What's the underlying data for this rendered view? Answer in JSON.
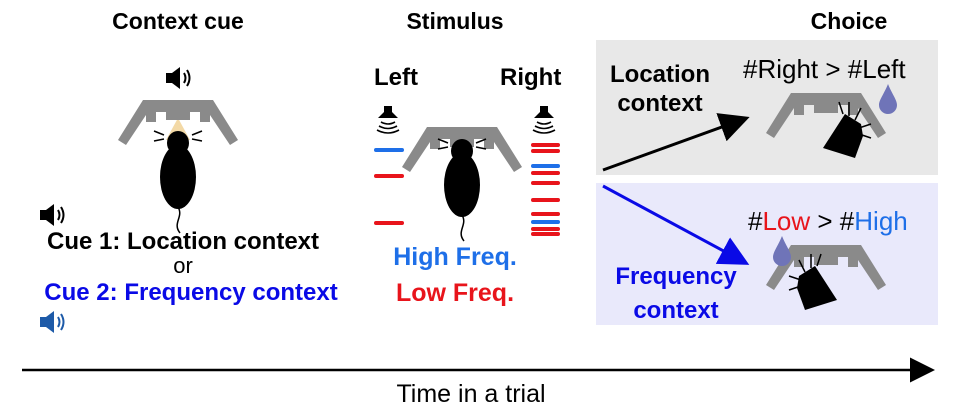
{
  "headers": {
    "context_cue": "Context cue",
    "stimulus": "Stimulus",
    "choice": "Choice"
  },
  "cue": {
    "cue1": "Cue 1: Location context",
    "or": "or",
    "cue2": "Cue 2: Frequency context"
  },
  "stimulus": {
    "left": "Left",
    "right": "Right",
    "high": "High Freq.",
    "low": "Low Freq."
  },
  "choice": {
    "location_line1": "Location",
    "location_line2": "context",
    "rule_location": {
      "a": "#Right",
      "op": " > ",
      "b": "#Left"
    },
    "frequency_line1": "Frequency",
    "frequency_line2": "context",
    "rule_frequency": {
      "a_hash": "#",
      "a": "Low",
      "op": " > #",
      "b": "High"
    }
  },
  "timeline": {
    "label": "Time in a trial"
  },
  "colors": {
    "blue_text": "#0a0ae6",
    "high": "#1e6fe8",
    "low": "#e8141b",
    "gray_box": "#e8e8e8",
    "blue_box": "#e9e9fb",
    "port": "#8a8a8a"
  }
}
